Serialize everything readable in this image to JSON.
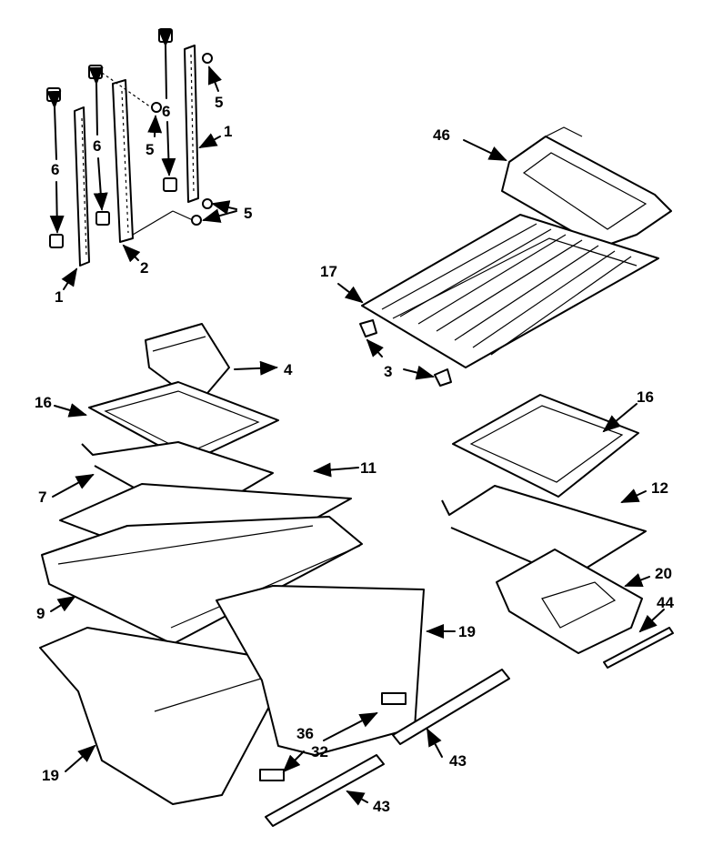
{
  "callouts": {
    "c1a": "1",
    "c1b": "1",
    "c2": "2",
    "c3": "3",
    "c4": "4",
    "c5a": "5",
    "c5b": "5",
    "c5c": "5",
    "c6a": "6",
    "c6b": "6",
    "c6c": "6",
    "c7": "7",
    "c9": "9",
    "c11": "11",
    "c12": "12",
    "c16a": "16",
    "c16b": "16",
    "c17": "17",
    "c19a": "19",
    "c19b": "19",
    "c20": "20",
    "c32": "32",
    "c36": "36",
    "c43a": "43",
    "c43b": "43",
    "c44": "44",
    "c46": "46"
  },
  "colors": {
    "line": "#000000",
    "background": "#ffffff"
  }
}
